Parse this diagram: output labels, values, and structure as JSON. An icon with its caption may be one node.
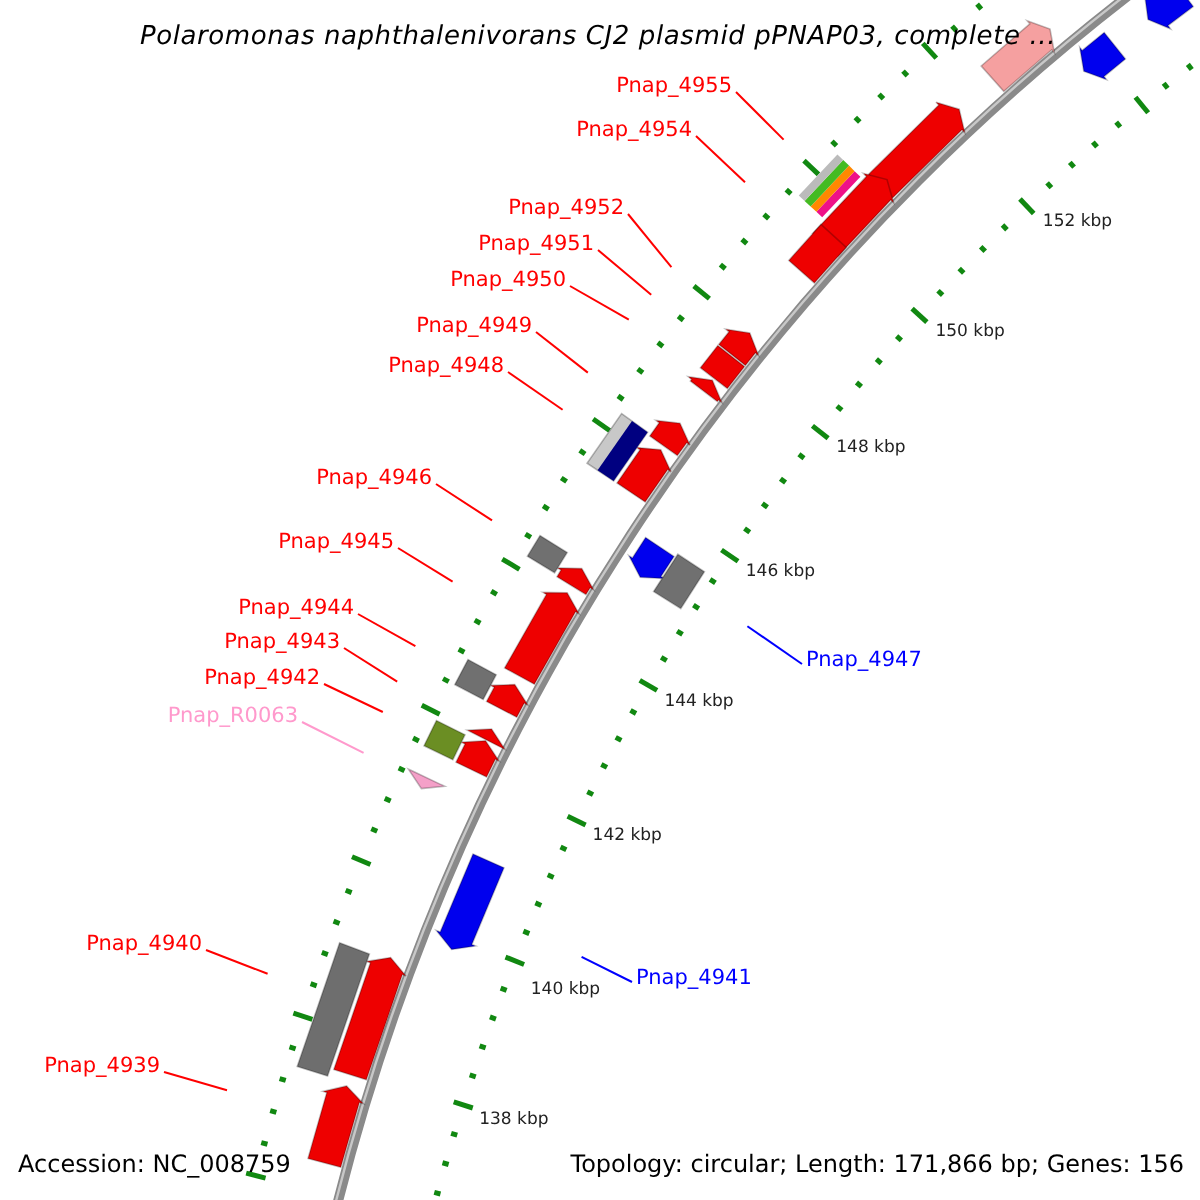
{
  "diagram": {
    "title": "Polaromonas naphthalenivorans CJ2 plasmid pPNAP03, complete ...",
    "nodes": [
      {
        "text": [
          "Pnap_4955"
        ]
      },
      {
        "text": [
          "Pnap_4954"
        ]
      },
      {
        "text": [
          "Pnap_4952"
        ]
      },
      {
        "text": [
          "Pnap_4951"
        ]
      },
      {
        "text": [
          "Pnap_4950"
        ]
      },
      {
        "text": [
          "Pnap_4949"
        ]
      },
      {
        "text": [
          "Pnap_4948"
        ]
      },
      {
        "text": [
          "Pnap_4946"
        ]
      },
      {
        "text": [
          "Pnap_4945"
        ]
      },
      {
        "text": [
          "Pnap_4944"
        ]
      },
      {
        "text": [
          "Pnap_4943"
        ]
      },
      {
        "text": [
          "Pnap_4947"
        ]
      },
      {
        "text": [
          "Pnap_4942"
        ]
      },
      {
        "text": [
          "Pnap_R0063"
        ]
      },
      {
        "text": [
          "Pnap_4940"
        ]
      },
      {
        "text": [
          "Pnap_4941"
        ]
      },
      {
        "text": [
          "Pnap_4939"
        ]
      }
    ],
    "edges": [
      {
        "from": 0,
        "to": null,
        "arrow": "none"
      },
      {
        "from": 1,
        "to": null,
        "arrow": "none"
      },
      {
        "from": 2,
        "to": null,
        "arrow": "none"
      },
      {
        "from": 3,
        "to": null,
        "arrow": "none"
      },
      {
        "from": 4,
        "to": null,
        "arrow": "none"
      },
      {
        "from": 5,
        "to": null,
        "arrow": "none"
      },
      {
        "from": 6,
        "to": null,
        "arrow": "none"
      },
      {
        "from": 7,
        "to": null,
        "arrow": "none"
      },
      {
        "from": 8,
        "to": null,
        "arrow": "none"
      },
      {
        "from": 9,
        "to": null,
        "arrow": "none"
      },
      {
        "from": 10,
        "to": null,
        "arrow": "none"
      },
      {
        "from": 11,
        "to": null,
        "arrow": "none",
        "color": "#0000ff"
      },
      {
        "from": 12,
        "to": null,
        "arrow": "none"
      },
      {
        "from": 13,
        "to": null,
        "arrow": "none",
        "color": "#ff99cc"
      },
      {
        "from": 14,
        "to": null,
        "arrow": "none"
      },
      {
        "from": 15,
        "to": null,
        "arrow": "none",
        "color": "#0000ff"
      },
      {
        "from": 16,
        "to": null,
        "arrow": "none"
      }
    ],
    "labels": [
      "152 kbp",
      "150 kbp",
      "148 kbp",
      "146 kbp",
      "144 kbp",
      "142 kbp",
      "140 kbp",
      "138 kbp",
      "Accession: NC_008759",
      "Topology: circular; Length: 171,866 bp; Genes: 156"
    ]
  }
}
